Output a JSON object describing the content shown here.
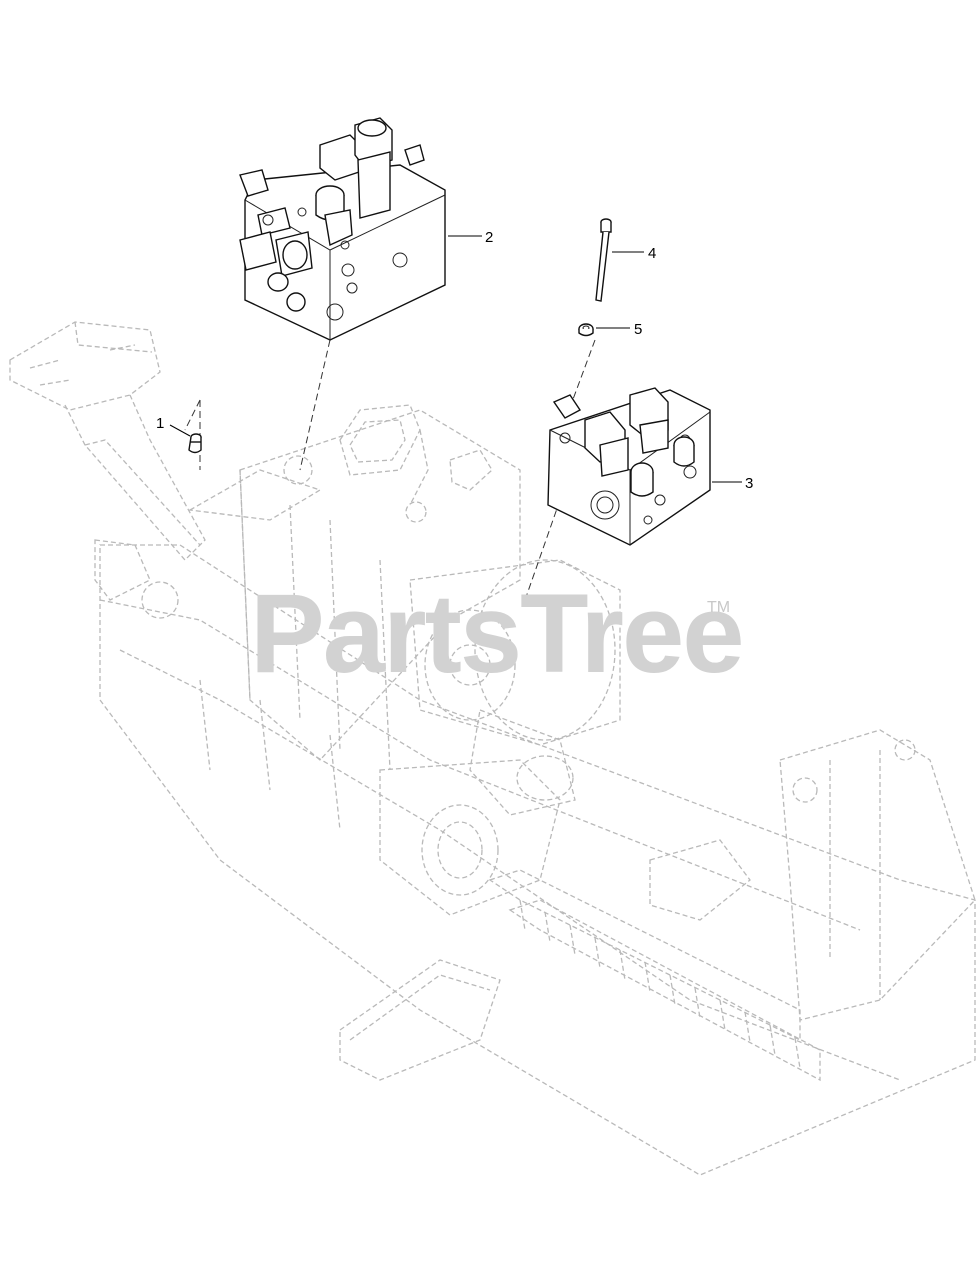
{
  "diagram": {
    "callouts": [
      {
        "id": "callout-1",
        "label": "1"
      },
      {
        "id": "callout-2",
        "label": "2"
      },
      {
        "id": "callout-3",
        "label": "3"
      },
      {
        "id": "callout-4",
        "label": "4"
      },
      {
        "id": "callout-5",
        "label": "5"
      }
    ]
  },
  "watermark": {
    "text": "PartsTree",
    "trademark": "TM"
  },
  "colors": {
    "line": "#111111",
    "faded_line": "#b9b9b9",
    "watermark": "#d2d2d2",
    "background": "#ffffff"
  }
}
